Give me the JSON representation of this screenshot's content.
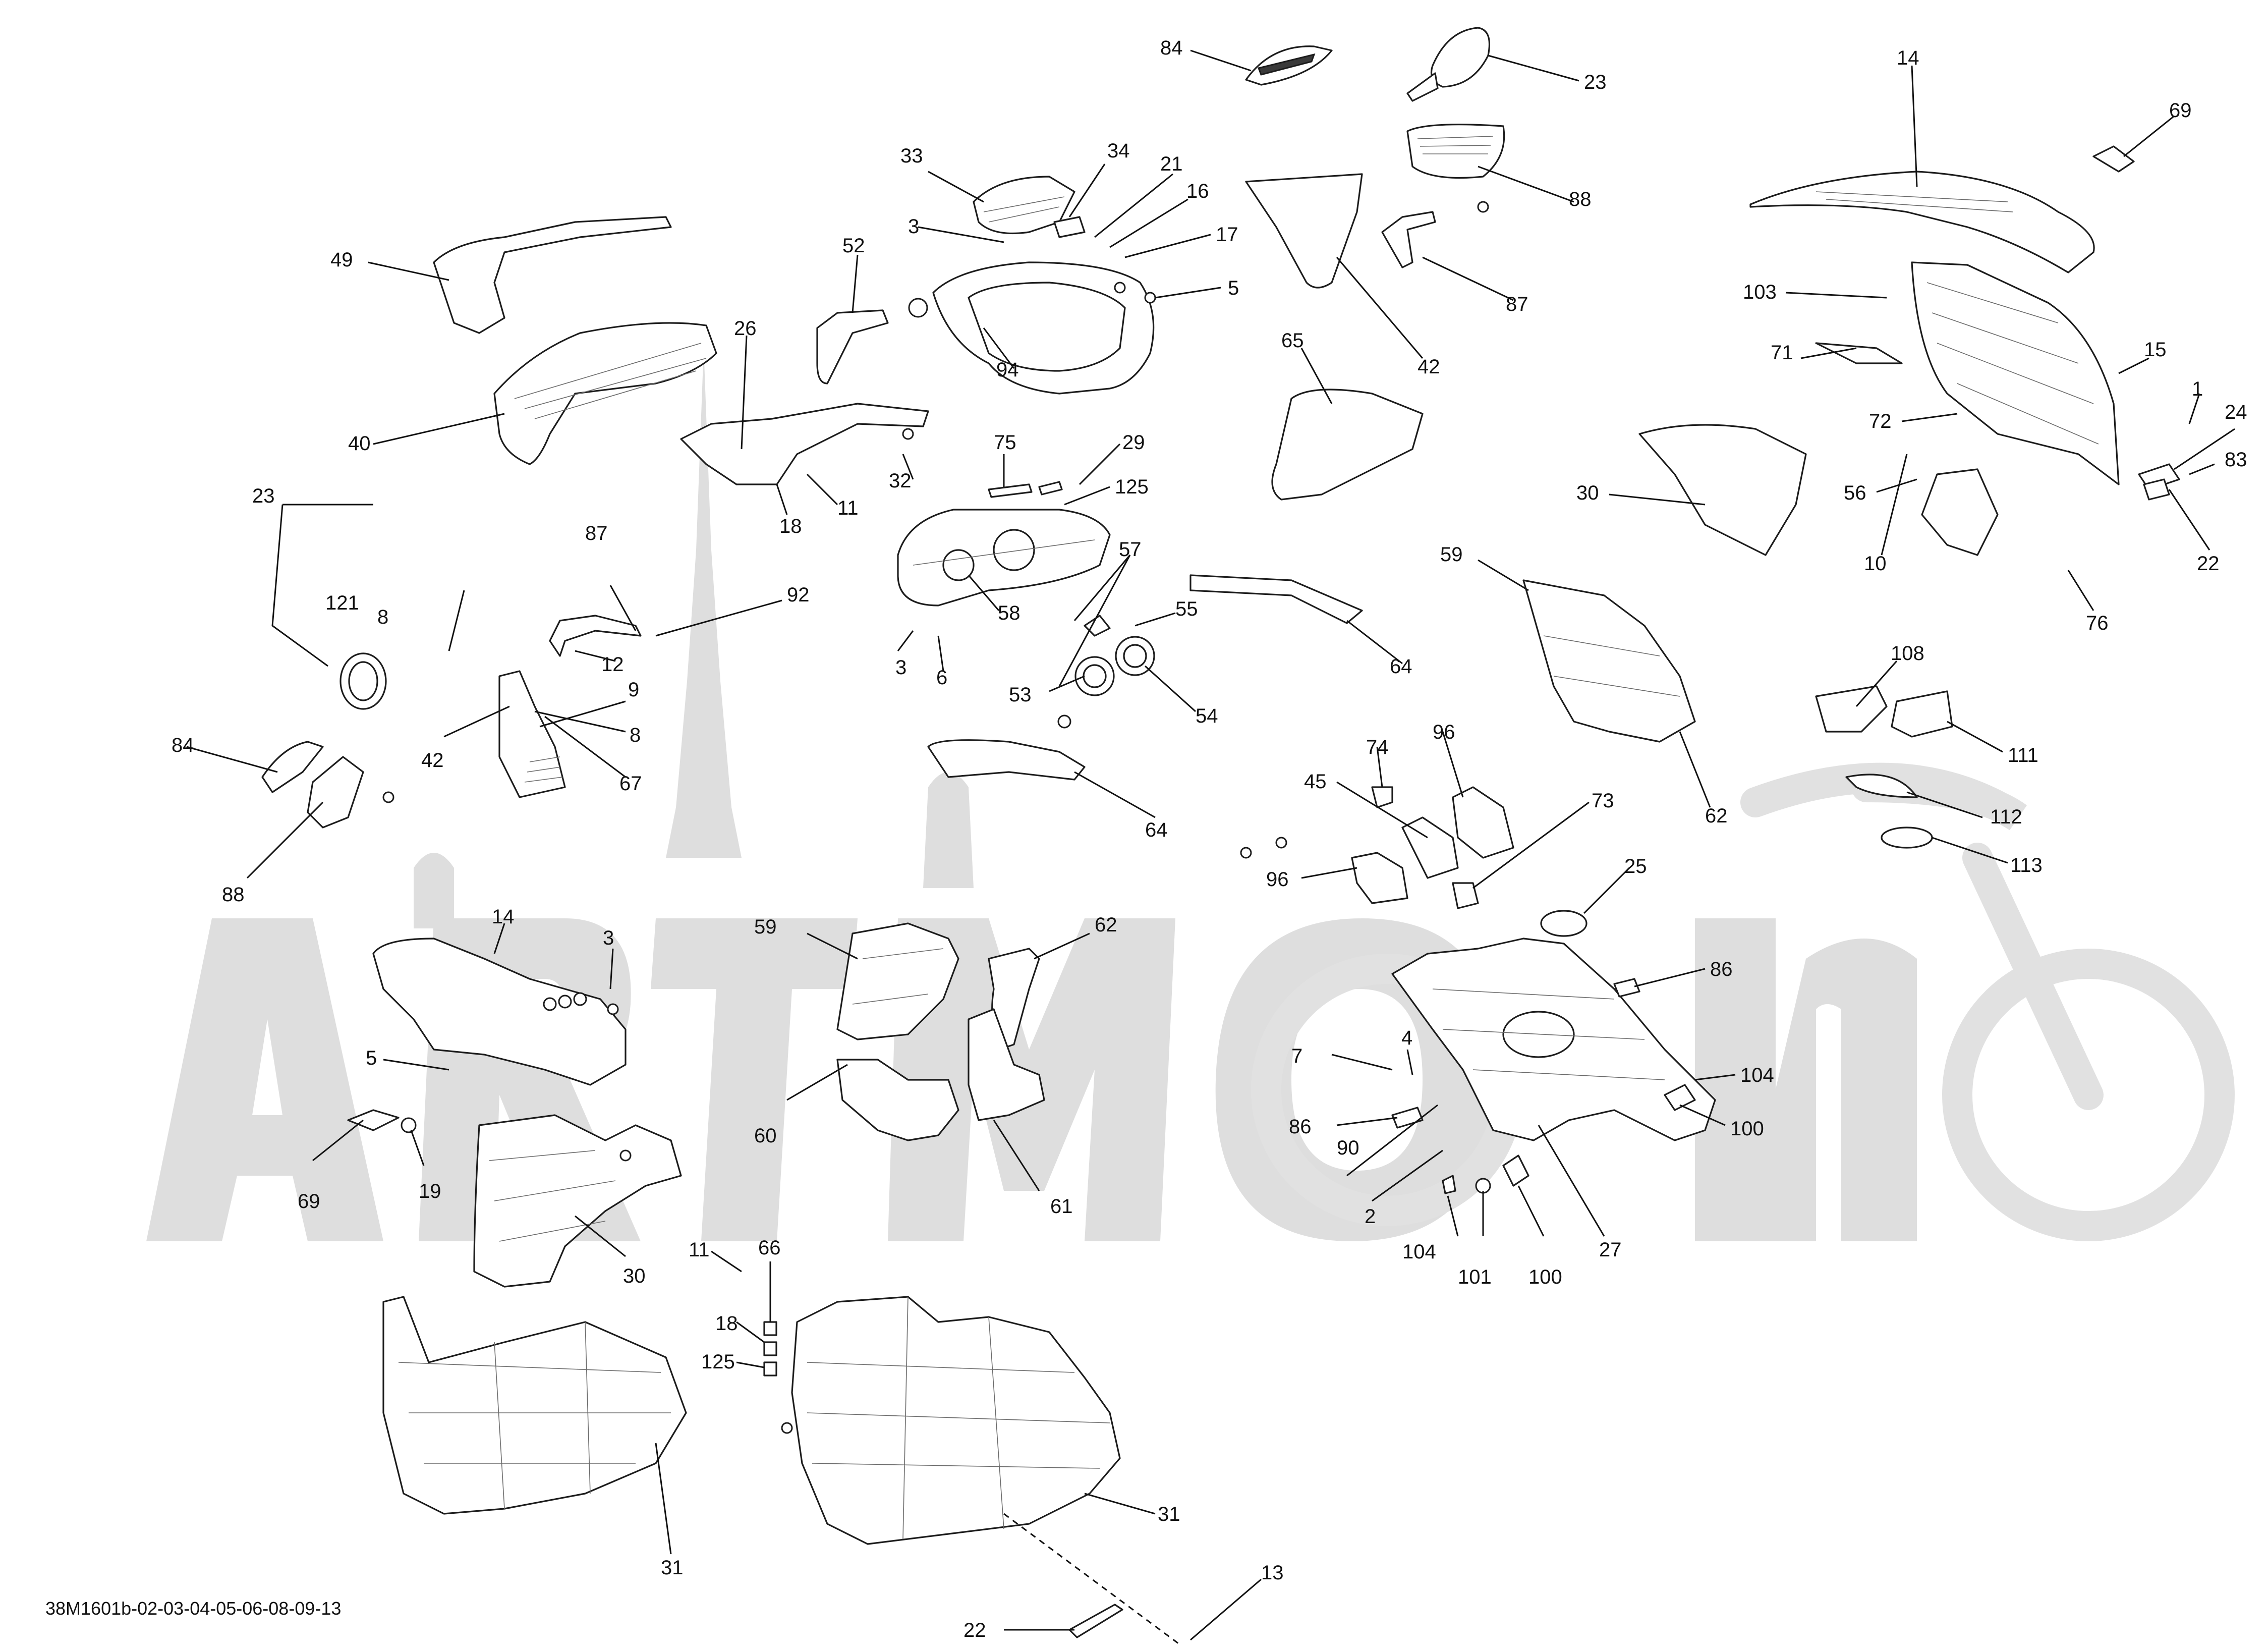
{
  "drawing_code": "38M1601b-02-03-04-05-06-08-09-13",
  "watermark": {
    "logo_name": "art-moto-watermark"
  },
  "callouts": [
    {
      "id": "c1",
      "label": "84"
    },
    {
      "id": "c2",
      "label": "23"
    },
    {
      "id": "c3",
      "label": "14"
    },
    {
      "id": "c4",
      "label": "69"
    },
    {
      "id": "c5",
      "label": "33"
    },
    {
      "id": "c6",
      "label": "34"
    },
    {
      "id": "c7",
      "label": "21"
    },
    {
      "id": "c8",
      "label": "16"
    },
    {
      "id": "c9",
      "label": "17"
    },
    {
      "id": "c10",
      "label": "5"
    },
    {
      "id": "c11",
      "label": "3"
    },
    {
      "id": "c12",
      "label": "52"
    },
    {
      "id": "c13",
      "label": "94"
    },
    {
      "id": "c14",
      "label": "88"
    },
    {
      "id": "c15",
      "label": "87"
    },
    {
      "id": "c16",
      "label": "42"
    },
    {
      "id": "c17",
      "label": "103"
    },
    {
      "id": "c18",
      "label": "49"
    },
    {
      "id": "c19",
      "label": "26"
    },
    {
      "id": "c20",
      "label": "40"
    },
    {
      "id": "c21",
      "label": "11"
    },
    {
      "id": "c22",
      "label": "18"
    },
    {
      "id": "c23",
      "label": "32"
    },
    {
      "id": "c24",
      "label": "75"
    },
    {
      "id": "c25",
      "label": "29"
    },
    {
      "id": "c26",
      "label": "125"
    },
    {
      "id": "c27",
      "label": "65"
    },
    {
      "id": "c28",
      "label": "71"
    },
    {
      "id": "c29",
      "label": "15"
    },
    {
      "id": "c30",
      "label": "72"
    },
    {
      "id": "c31",
      "label": "1"
    },
    {
      "id": "c32",
      "label": "24"
    },
    {
      "id": "c33",
      "label": "83"
    },
    {
      "id": "c34",
      "label": "30"
    },
    {
      "id": "c35",
      "label": "56"
    },
    {
      "id": "c36",
      "label": "10"
    },
    {
      "id": "c37",
      "label": "22"
    },
    {
      "id": "c38",
      "label": "76"
    },
    {
      "id": "c39",
      "label": "23"
    },
    {
      "id": "c40",
      "label": "121"
    },
    {
      "id": "c41",
      "label": "8"
    },
    {
      "id": "c42",
      "label": "87"
    },
    {
      "id": "c43",
      "label": "92"
    },
    {
      "id": "c44",
      "label": "12"
    },
    {
      "id": "c45",
      "label": "57"
    },
    {
      "id": "c46",
      "label": "58"
    },
    {
      "id": "c47",
      "label": "3"
    },
    {
      "id": "c48",
      "label": "6"
    },
    {
      "id": "c49",
      "label": "55"
    },
    {
      "id": "c50",
      "label": "53"
    },
    {
      "id": "c51",
      "label": "54"
    },
    {
      "id": "c52",
      "label": "59"
    },
    {
      "id": "c53",
      "label": "64"
    },
    {
      "id": "c54",
      "label": "9"
    },
    {
      "id": "c55",
      "label": "42"
    },
    {
      "id": "c56",
      "label": "8"
    },
    {
      "id": "c57",
      "label": "67"
    },
    {
      "id": "c58",
      "label": "84"
    },
    {
      "id": "c59",
      "label": "88"
    },
    {
      "id": "c60",
      "label": "108"
    },
    {
      "id": "c61",
      "label": "111"
    },
    {
      "id": "c62",
      "label": "62"
    },
    {
      "id": "c63",
      "label": "74"
    },
    {
      "id": "c64",
      "label": "96"
    },
    {
      "id": "c65",
      "label": "45"
    },
    {
      "id": "c66",
      "label": "73"
    },
    {
      "id": "c67",
      "label": "96"
    },
    {
      "id": "c68",
      "label": "64"
    },
    {
      "id": "c69",
      "label": "112"
    },
    {
      "id": "c70",
      "label": "113"
    },
    {
      "id": "c71",
      "label": "25"
    },
    {
      "id": "c72",
      "label": "14"
    },
    {
      "id": "c73",
      "label": "3"
    },
    {
      "id": "c74",
      "label": "59"
    },
    {
      "id": "c75",
      "label": "62"
    },
    {
      "id": "c76",
      "label": "86"
    },
    {
      "id": "c77",
      "label": "5"
    },
    {
      "id": "c78",
      "label": "7"
    },
    {
      "id": "c79",
      "label": "4"
    },
    {
      "id": "c80",
      "label": "104"
    },
    {
      "id": "c81",
      "label": "86"
    },
    {
      "id": "c82",
      "label": "100"
    },
    {
      "id": "c83",
      "label": "90"
    },
    {
      "id": "c84",
      "label": "60"
    },
    {
      "id": "c85",
      "label": "61"
    },
    {
      "id": "c86",
      "label": "69"
    },
    {
      "id": "c87",
      "label": "19"
    },
    {
      "id": "c88",
      "label": "2"
    },
    {
      "id": "c89",
      "label": "104"
    },
    {
      "id": "c90",
      "label": "101"
    },
    {
      "id": "c91",
      "label": "100"
    },
    {
      "id": "c92",
      "label": "27"
    },
    {
      "id": "c93",
      "label": "30"
    },
    {
      "id": "c94",
      "label": "11"
    },
    {
      "id": "c95",
      "label": "66"
    },
    {
      "id": "c96",
      "label": "18"
    },
    {
      "id": "c97",
      "label": "125"
    },
    {
      "id": "c98",
      "label": "31"
    },
    {
      "id": "c99",
      "label": "31"
    },
    {
      "id": "c100",
      "label": "13"
    },
    {
      "id": "c101",
      "label": "22"
    }
  ]
}
